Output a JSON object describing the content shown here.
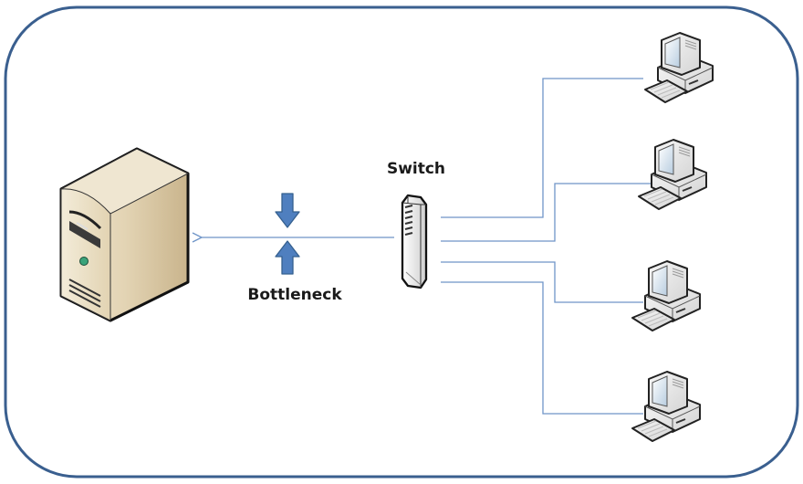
{
  "diagram": {
    "title": "Network bottleneck diagram",
    "colors": {
      "frame": "#3a5f8f",
      "link": "#6f95c8",
      "bottleneck_arrow": "#4f7fbf",
      "bottleneck_arrow_stroke": "#35608f",
      "server_body": "#e6d9bd",
      "text": "#1a1a1a"
    },
    "nodes": {
      "server": {
        "name": "Server"
      },
      "switch": {
        "name": "Switch",
        "label": "Switch"
      },
      "clients": [
        {
          "name": "Client 1"
        },
        {
          "name": "Client 2"
        },
        {
          "name": "Client 3"
        },
        {
          "name": "Client 4"
        }
      ]
    },
    "annotations": {
      "bottleneck": {
        "label": "Bottleneck"
      }
    },
    "links": [
      {
        "from": "switch",
        "to": "server",
        "arrow": "to"
      },
      {
        "from": "switch",
        "to": "Client 1"
      },
      {
        "from": "switch",
        "to": "Client 2"
      },
      {
        "from": "switch",
        "to": "Client 3"
      },
      {
        "from": "switch",
        "to": "Client 4"
      }
    ]
  }
}
